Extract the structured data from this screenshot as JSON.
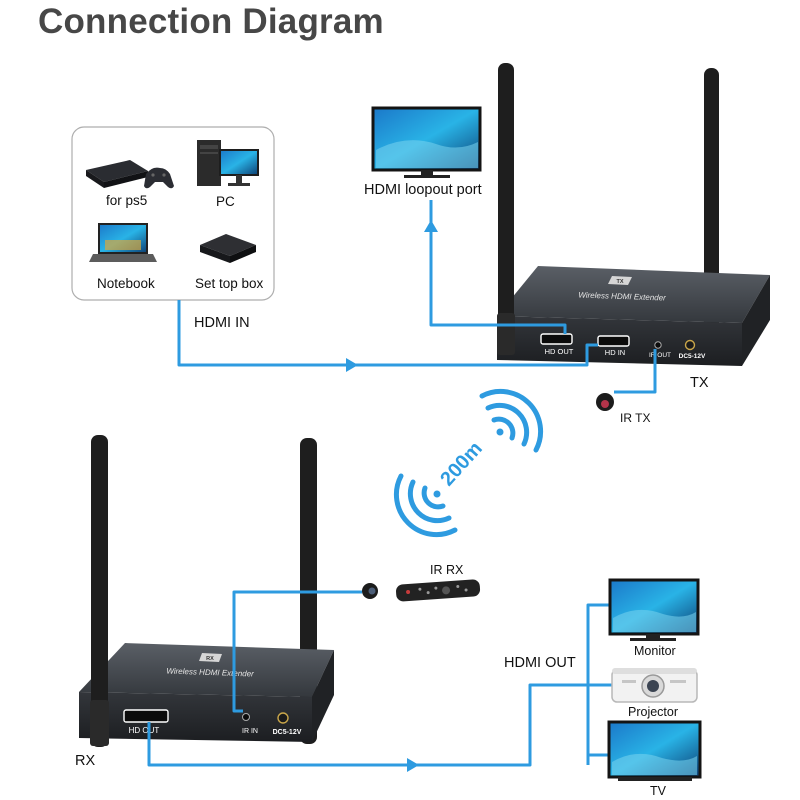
{
  "title": "Connection Diagram",
  "sources": {
    "ps5": "for ps5",
    "pc": "PC",
    "notebook": "Notebook",
    "settop": "Set top box"
  },
  "labels": {
    "hdmi_in": "HDMI IN",
    "hdmi_loopout": "HDMI loopout port",
    "tx": "TX",
    "ir_tx": "IR TX",
    "distance": "200m",
    "rx": "RX",
    "ir_rx": "IR RX",
    "hdmi_out": "HDMI OUT"
  },
  "tx_device": {
    "top_text": "Wireless HDMI Extender",
    "badge": "TX",
    "port_hd_out": "HD OUT",
    "port_hd_in": "HD IN",
    "port_ir_out": "IR OUT",
    "port_dc": "DC5-12V"
  },
  "rx_device": {
    "top_text": "Wireless HDMI Extender",
    "badge": "RX",
    "port_hd_out": "HD OUT",
    "port_ir_in": "IR IN",
    "port_dc": "DC5-12V"
  },
  "outputs": {
    "monitor": "Monitor",
    "projector": "Projector",
    "tv": "TV"
  },
  "colors": {
    "cable": "#2e9be0",
    "device": "#3d4147",
    "antenna": "#1e1e1e",
    "title": "#474747"
  }
}
